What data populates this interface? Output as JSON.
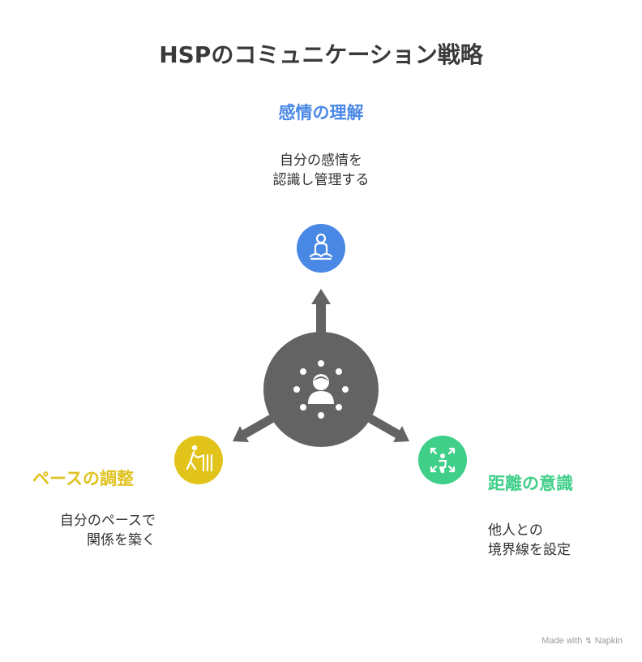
{
  "title": "HSPのコミュニケーション戦略",
  "colors": {
    "center": "#636363",
    "top": "#4a88e6",
    "left": "#e2c31a",
    "right": "#3fcf89",
    "heading_top": "#4a88e6",
    "heading_left": "#e0c21f",
    "heading_right": "#3fcf89"
  },
  "hub": {
    "icon": "person-surrounded-icon"
  },
  "items": {
    "top": {
      "heading": "感情の理解",
      "desc_line1": "自分の感情を",
      "desc_line2": "認識し管理する",
      "icon": "meditation-icon"
    },
    "left": {
      "heading": "ペースの調整",
      "desc_line1": "自分のペースで",
      "desc_line2": "関係を築く",
      "icon": "walking-person-icon"
    },
    "right": {
      "heading": "距離の意識",
      "desc_line1": "他人との",
      "desc_line2": "境界線を設定",
      "icon": "person-expand-arrows-icon"
    }
  },
  "watermark": {
    "made_with": "Made with",
    "brand": "Napkin"
  }
}
